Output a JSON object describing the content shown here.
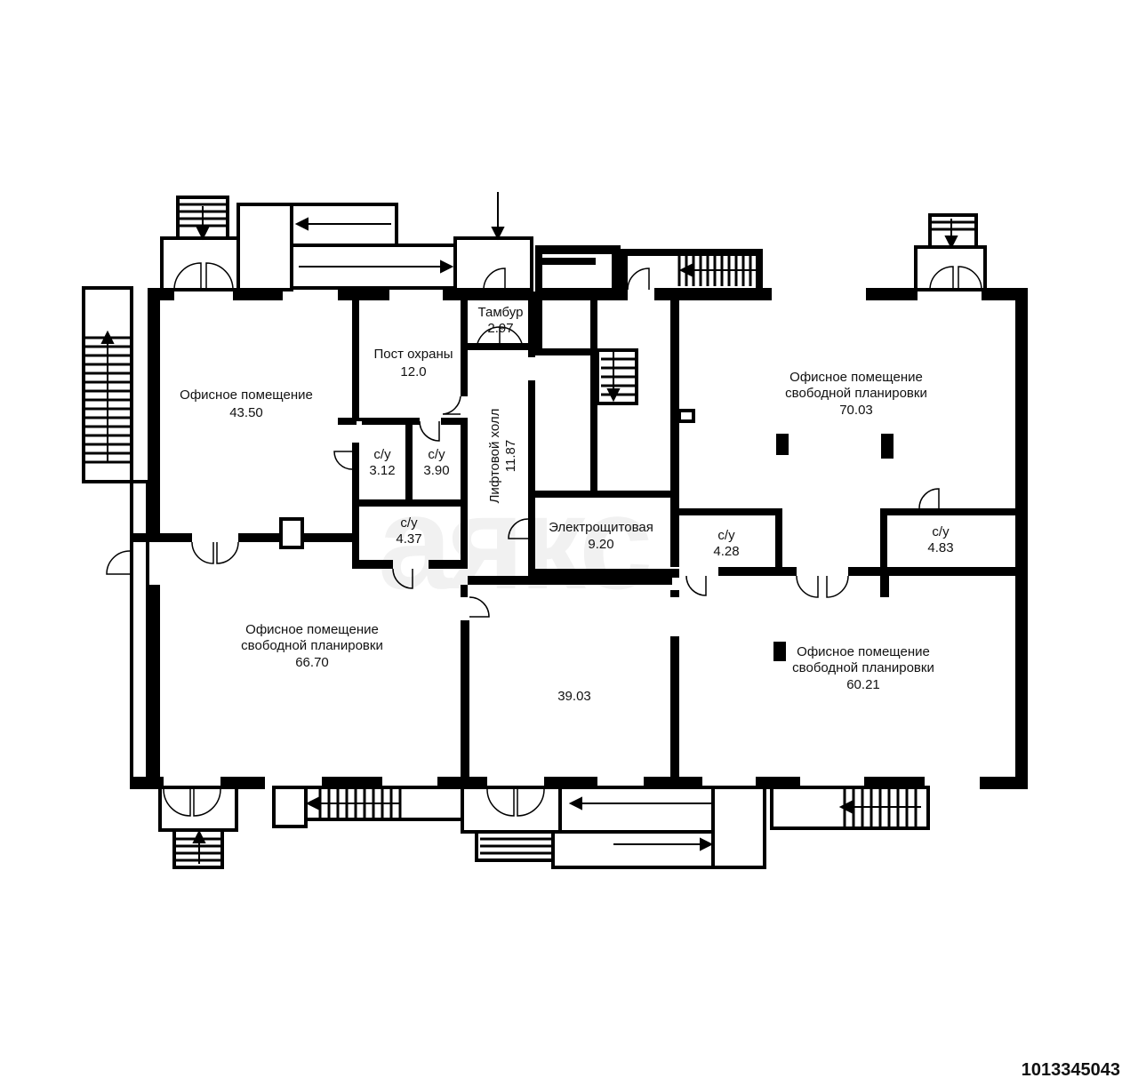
{
  "plan": {
    "rooms": [
      {
        "id": "office_43",
        "name": "Офисное помещение",
        "area": "43.50"
      },
      {
        "id": "guard",
        "name": "Пост охраны",
        "area": "12.0"
      },
      {
        "id": "tambur",
        "name": "Тамбур",
        "area": "2.97"
      },
      {
        "id": "office_70",
        "name_line1": "Офисное помещение",
        "name_line2": "свободной планировки",
        "area": "70.03"
      },
      {
        "id": "wc_312",
        "name": "с/у",
        "area": "3.12"
      },
      {
        "id": "wc_390",
        "name": "с/у",
        "area": "3.90"
      },
      {
        "id": "lift_hall",
        "name": "Лифтовой холл",
        "area": "11.87"
      },
      {
        "id": "wc_437",
        "name": "с/у",
        "area": "4.37"
      },
      {
        "id": "electro",
        "name": "Электрощитовая",
        "area": "9.20"
      },
      {
        "id": "wc_428",
        "name": "с/у",
        "area": "4.28"
      },
      {
        "id": "wc_483",
        "name": "с/у",
        "area": "4.83"
      },
      {
        "id": "office_66",
        "name_line1": "Офисное помещение",
        "name_line2": "свободной планировки",
        "area": "66.70"
      },
      {
        "id": "room_39",
        "area": "39.03"
      },
      {
        "id": "office_60",
        "name_line1": "Офисное помещение",
        "name_line2": "свободной планировки",
        "area": "60.21"
      }
    ],
    "watermark": "аякс",
    "listing_id": "1013345043"
  },
  "colors": {
    "wall": "#000000",
    "background": "#ffffff",
    "listing_id": "#e0262b"
  }
}
